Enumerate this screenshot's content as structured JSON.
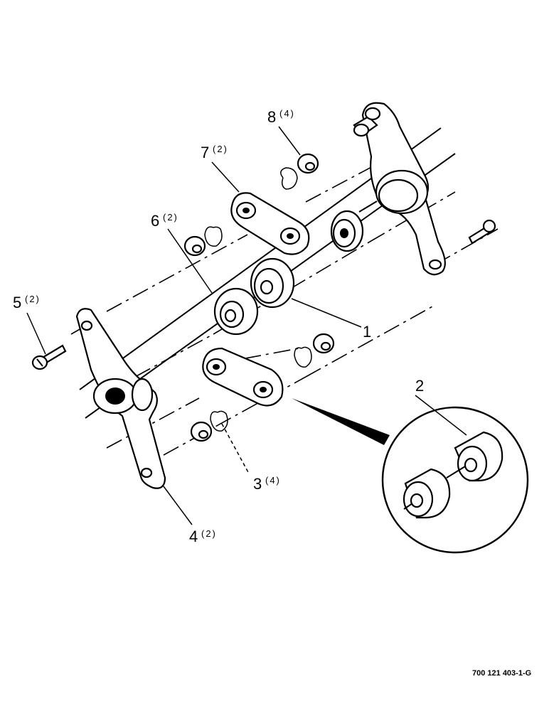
{
  "callouts": [
    {
      "id": "1",
      "qty": ""
    },
    {
      "id": "2",
      "qty": ""
    },
    {
      "id": "3",
      "qty": "(4)"
    },
    {
      "id": "4",
      "qty": "(2)"
    },
    {
      "id": "5",
      "qty": "(2)"
    },
    {
      "id": "6",
      "qty": "(2)"
    },
    {
      "id": "7",
      "qty": "(2)"
    },
    {
      "id": "8",
      "qty": "(4)"
    }
  ],
  "figure_ref": "700 121 403-1-G"
}
